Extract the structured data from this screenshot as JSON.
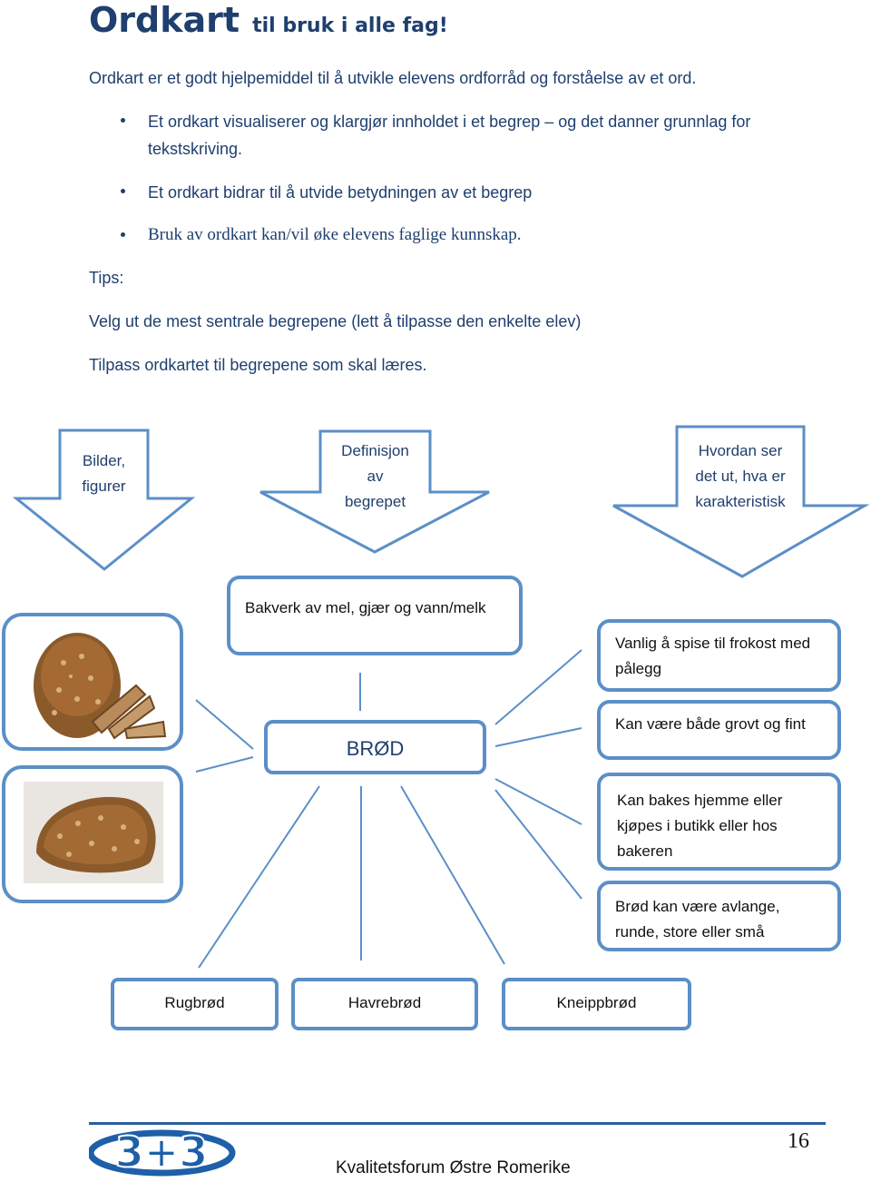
{
  "header": {
    "title": "Ordkart",
    "subtitle": "til bruk i alle fag!"
  },
  "intro": "Ordkart er et godt hjelpemiddel til å utvikle elevens ordforråd og forståelse av et ord.",
  "bullets": [
    {
      "line1": "Et ordkart visualiserer og klargjør innholdet i et begrep – og det danner grunnlag for",
      "line2": "tekstskriving."
    },
    {
      "line1": "Et ordkart bidrar til å utvide betydningen av et begrep"
    },
    {
      "line1": "Bruk av ordkart kan/vil øke elevens faglige kunnskap."
    }
  ],
  "tips": {
    "label": "Tips:",
    "line1": "Velg ut de mest sentrale begrepene (lett å tilpasse den enkelte elev)",
    "line2": "Tilpass ordkartet til begrepene som skal læres."
  },
  "arrows": [
    {
      "l1": "Bilder,",
      "l2": "figurer"
    },
    {
      "l1": "Definisjon",
      "l2": "av",
      "l3": "begrepet"
    },
    {
      "l1": "Hvordan ser",
      "l2": "det ut, hva er",
      "l3": "karakteristisk"
    }
  ],
  "map": {
    "definition": "Bakverk av mel, gjær og vann/melk",
    "center": "BRØD",
    "traits": [
      {
        "l1": "Vanlig å spise til frokost med",
        "l2": "pålegg"
      },
      {
        "l1": "Kan være både grovt og fint"
      },
      {
        "l1": "Kan bakes hjemme eller",
        "l2": "kjøpes i butikk eller hos",
        "l3": "bakeren"
      },
      {
        "l1": "Brød kan være avlange,",
        "l2": "runde, store eller små"
      }
    ],
    "examples": [
      "Rugbrød",
      "Havrebrød",
      "Kneippbrød"
    ]
  },
  "footer": {
    "org": "Kvalitetsforum Østre Romerike",
    "page": "16",
    "logo_text": "3+3"
  }
}
